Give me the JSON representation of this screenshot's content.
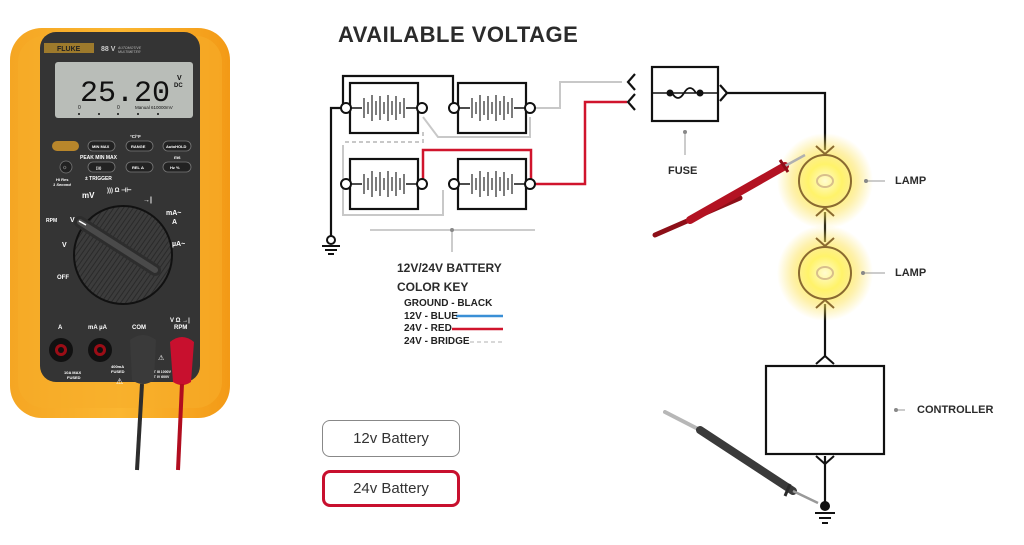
{
  "meter": {
    "brand": "FLUKE",
    "model": "88 V",
    "model_desc_line1": "AUTOMOTIVE",
    "model_desc_line2": "MULTIMETER",
    "display": {
      "reading": "25.20",
      "unit_top": "V",
      "unit_bottom": "DC",
      "scale_left": "0",
      "scale_mid": "0",
      "range_text": "Manual 610000mV"
    },
    "buttons": {
      "min_max": "MIN MAX",
      "range": "RANGE",
      "auto_hold": "AutoHOLD",
      "rel": "REL Δ",
      "hz": "Hz  %",
      "beep": "))))"
    },
    "labels": {
      "temp": "°C/°F",
      "peak_min_max": "PEAK MIN MAX",
      "trigger": "± TRIGGER",
      "hi_res": "Hi Res",
      "one_second": "1 Second",
      "ms": "ms",
      "mv": "mV",
      "ohm": "))) Ω ⊣⊢",
      "diode": "→|",
      "rpm": "RPM",
      "v_dc": "V",
      "v_ac": "V",
      "ma_a": "mA~",
      "a": "A",
      "ua": "µA~",
      "off": "OFF"
    },
    "jacks": {
      "a": "A",
      "ma_ua": "mA µA",
      "com": "COM",
      "v_ohm": "V Ω →|",
      "rpm": "RPM",
      "fused_10a_1": "10A MAX",
      "fused_10a_2": "FUSED",
      "fused_400ma_1": "400mA",
      "fused_400ma_2": "FUSED",
      "cat1": "CAT III 1000V",
      "cat2": "CAT IV 600V"
    }
  },
  "diagram": {
    "title": "AVAILABLE VOLTAGE",
    "fuse_label": "FUSE",
    "lamp1_label": "LAMP",
    "lamp2_label": "LAMP",
    "controller_label": "CONTROLLER",
    "battery_caption": "12V/24V BATTERY",
    "color_key_title": "COLOR KEY",
    "color_key": [
      {
        "label": "GROUND - BLACK",
        "color": "#000000",
        "style": "none"
      },
      {
        "label": "12V - BLUE",
        "color": "#3a8fd6",
        "style": "solid"
      },
      {
        "label": "24V - RED",
        "color": "#d0142c",
        "style": "solid"
      },
      {
        "label": "24V - BRIDGE",
        "color": "#cccccc",
        "style": "dashed"
      }
    ],
    "colors": {
      "wire_24v": "#d0142c",
      "wire_bridge": "#c8c8c8",
      "ground": "#000000",
      "lamp_glow": "#fff36a"
    }
  },
  "controls": {
    "btn_12v": "12v Battery",
    "btn_24v": "24v Battery",
    "selected": "24v Battery",
    "accent": "#c8102e"
  }
}
